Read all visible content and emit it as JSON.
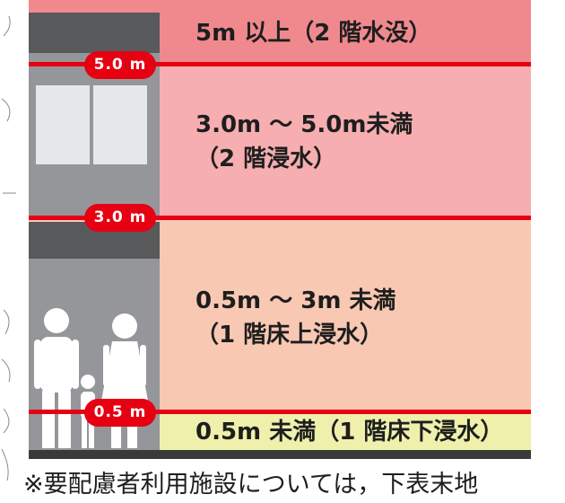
{
  "colors": {
    "band_top": "#f0898e",
    "band_upper": "#f6aeb1",
    "band_middle": "#f9c8b3",
    "band_bottom": "#eef0ac",
    "water_line": "#e60012",
    "house": "#95969a"
  },
  "levels": [
    {
      "badge": "5.0 m",
      "depth_m": 5.0
    },
    {
      "badge": "3.0 m",
      "depth_m": 3.0
    },
    {
      "badge": "0.5 m",
      "depth_m": 0.5
    }
  ],
  "bands": [
    {
      "line1": "5m 以上（2 階水没）",
      "line2": ""
    },
    {
      "line1": "3.0m ～ 5.0m未満",
      "line2": "（2 階浸水）"
    },
    {
      "line1": "0.5m ～ 3m 未満",
      "line2": "（1 階床上浸水）"
    },
    {
      "line1": "0.5m 未満（1 階床下浸水）",
      "line2": ""
    }
  ],
  "icons": [
    "house-silhouette-icon",
    "adult-figure-icon",
    "child-figure-icon"
  ],
  "note": "※要配慮者利用施設については，下表末地"
}
